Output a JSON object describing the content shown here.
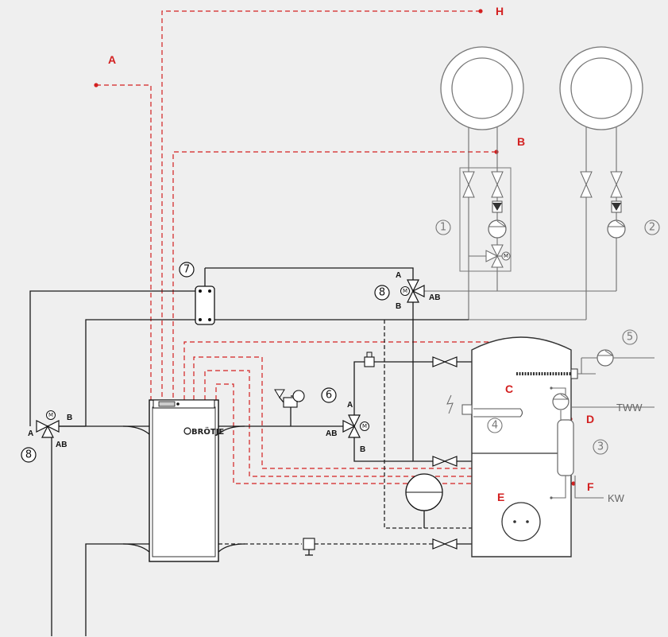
{
  "labels": {
    "A": "A",
    "B": "B",
    "C": "C",
    "D": "D",
    "E": "E",
    "F": "F",
    "H": "H",
    "TWW": "TWW",
    "KW": "KW"
  },
  "numbers": {
    "n1": "1",
    "n2": "2",
    "n3": "3",
    "n4": "4",
    "n5": "5",
    "n6": "6",
    "n7": "7",
    "n8a": "8",
    "n8b": "8"
  },
  "ports": {
    "A": "A",
    "B": "B",
    "AB": "AB",
    "M": "M"
  },
  "boiler": {
    "brand": "BRÖTJE"
  },
  "colors": {
    "line": "#1a1a1a",
    "grey": "#6e6e6e",
    "red": "#d32020",
    "background": "#efefef"
  }
}
